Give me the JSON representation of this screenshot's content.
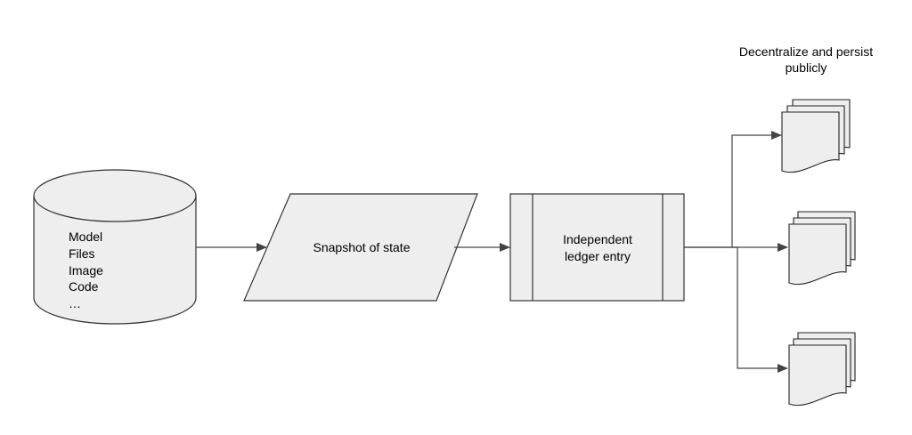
{
  "diagram": {
    "database": {
      "items": [
        "Model",
        "Files",
        "Image",
        "Code",
        "…"
      ]
    },
    "snapshot": {
      "label": "Snapshot of state"
    },
    "ledger": {
      "line1": "Independent",
      "line2": "ledger entry"
    },
    "destination": {
      "line1": "Decentralize and persist",
      "line2": "publicly"
    },
    "colors": {
      "fill": "#eeeeee",
      "stroke": "#333333",
      "edge": "#444444"
    }
  }
}
